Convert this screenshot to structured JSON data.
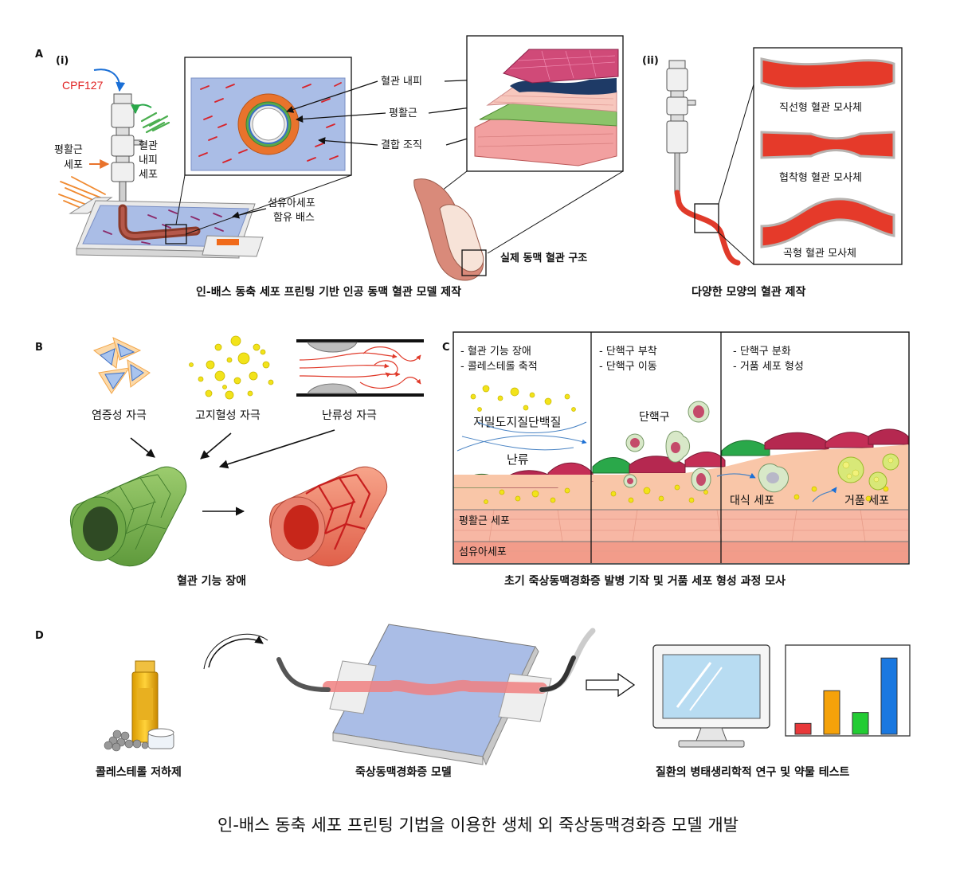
{
  "panelA": {
    "letter": "A",
    "sub_i": "(i)",
    "sub_ii": "(ii)",
    "cpf": "CPF127",
    "smc_1": "평활근",
    "smc_2": "세포",
    "endo_1": "혈관",
    "endo_2": "내피",
    "endo_3": "세포",
    "bath_1": "섬유아세포",
    "bath_2": "함유 배스",
    "layer_endo": "혈관 내피",
    "layer_smc": "평활근",
    "layer_conn": "결합 조직",
    "real_artery": "실제 동맥 혈관 구조",
    "caption_i": "인-배스 동축  세포 프린팅 기반 인공 동맥 혈관 모델 제작",
    "straight": "직선형 혈관 모사체",
    "stenosis": "협착형 혈관 모사체",
    "curved": "곡형 혈관 모사체",
    "caption_ii": "다양한 모양의 혈관 제작"
  },
  "panelB": {
    "letter": "B",
    "inflam": "염증성 자극",
    "lipid": "고지혈성 자극",
    "turb": "난류성 자극",
    "caption": "혈관 기능 장애"
  },
  "panelC": {
    "letter": "C",
    "s1_l1": "- 혈관 기능 장애",
    "s1_l2": "- 콜레스테롤 축적",
    "s2_l1": "- 단핵구 부착",
    "s2_l2": "- 단핵구 이동",
    "s3_l1": "- 단핵구 분화",
    "s3_l2": "- 거품 세포 형성",
    "ldl": "저밀도지질단백질",
    "turbulence": "난류",
    "monocyte": "단핵구",
    "macrophage": "대식 세포",
    "foam": "거품 세포",
    "smc_layer": "평활근 세포",
    "fib_layer": "섬유아세포",
    "caption": "초기 죽상동맥경화증  발병 기작 및 거품 세포 형성  과정 모사"
  },
  "panelD": {
    "letter": "D",
    "drug": "콜레스테롤 저하제",
    "model": "죽상동맥경화증 모델",
    "research": "질환의 병태생리학적 연구 및 약물 테스트"
  },
  "main_title": "인-배스 동축 세포 프린팅 기법을 이용한 생체 외 죽상동맥경화증 모델 개발",
  "colors": {
    "bath": "#aabde6",
    "vessel_red": "#e03a2a",
    "muscle_orange": "#e9732c",
    "endothelium_green": "#6aa84f",
    "ldl_yellow": "#f2e31a",
    "cpf_red": "#e02020"
  },
  "chart_data": {
    "type": "bar",
    "categories": [
      "",
      "",
      "",
      ""
    ],
    "values": [
      1,
      4,
      2,
      7
    ],
    "colors": [
      "#e8383a",
      "#f5a20a",
      "#22cc33",
      "#1a78e0"
    ],
    "ylim": [
      0,
      7.6
    ],
    "xlabel": "",
    "ylabel": "",
    "title": ""
  }
}
